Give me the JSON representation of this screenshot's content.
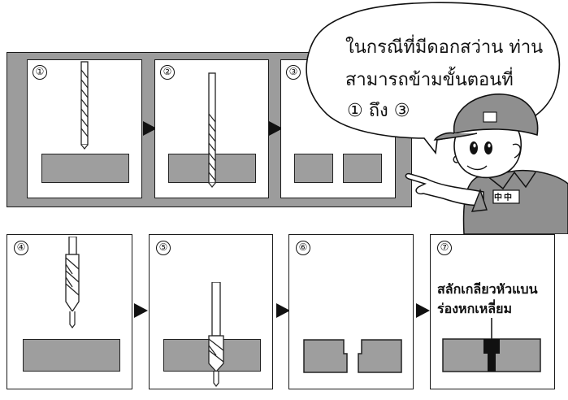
{
  "bubble": {
    "line1": "ในกรณีที่มีดอกสว่าน ท่าน",
    "line2": "สามารถข้ามขั้นตอนที่",
    "line3": "① ถึง ③"
  },
  "steps": [
    {
      "label": "①"
    },
    {
      "label": "②"
    },
    {
      "label": "③"
    },
    {
      "label": "④"
    },
    {
      "label": "⑤"
    },
    {
      "label": "⑥"
    },
    {
      "label": "⑦"
    }
  ],
  "step7_caption": {
    "line1": "สลักเกลียวหัวแบน",
    "line2": "ร่องหกเหลี่ยม"
  },
  "character_badge": "中中",
  "colors": {
    "block_gray": "#9e9e9e",
    "bar_gray": "#9c9c9c",
    "outline": "#1a1a1a"
  }
}
